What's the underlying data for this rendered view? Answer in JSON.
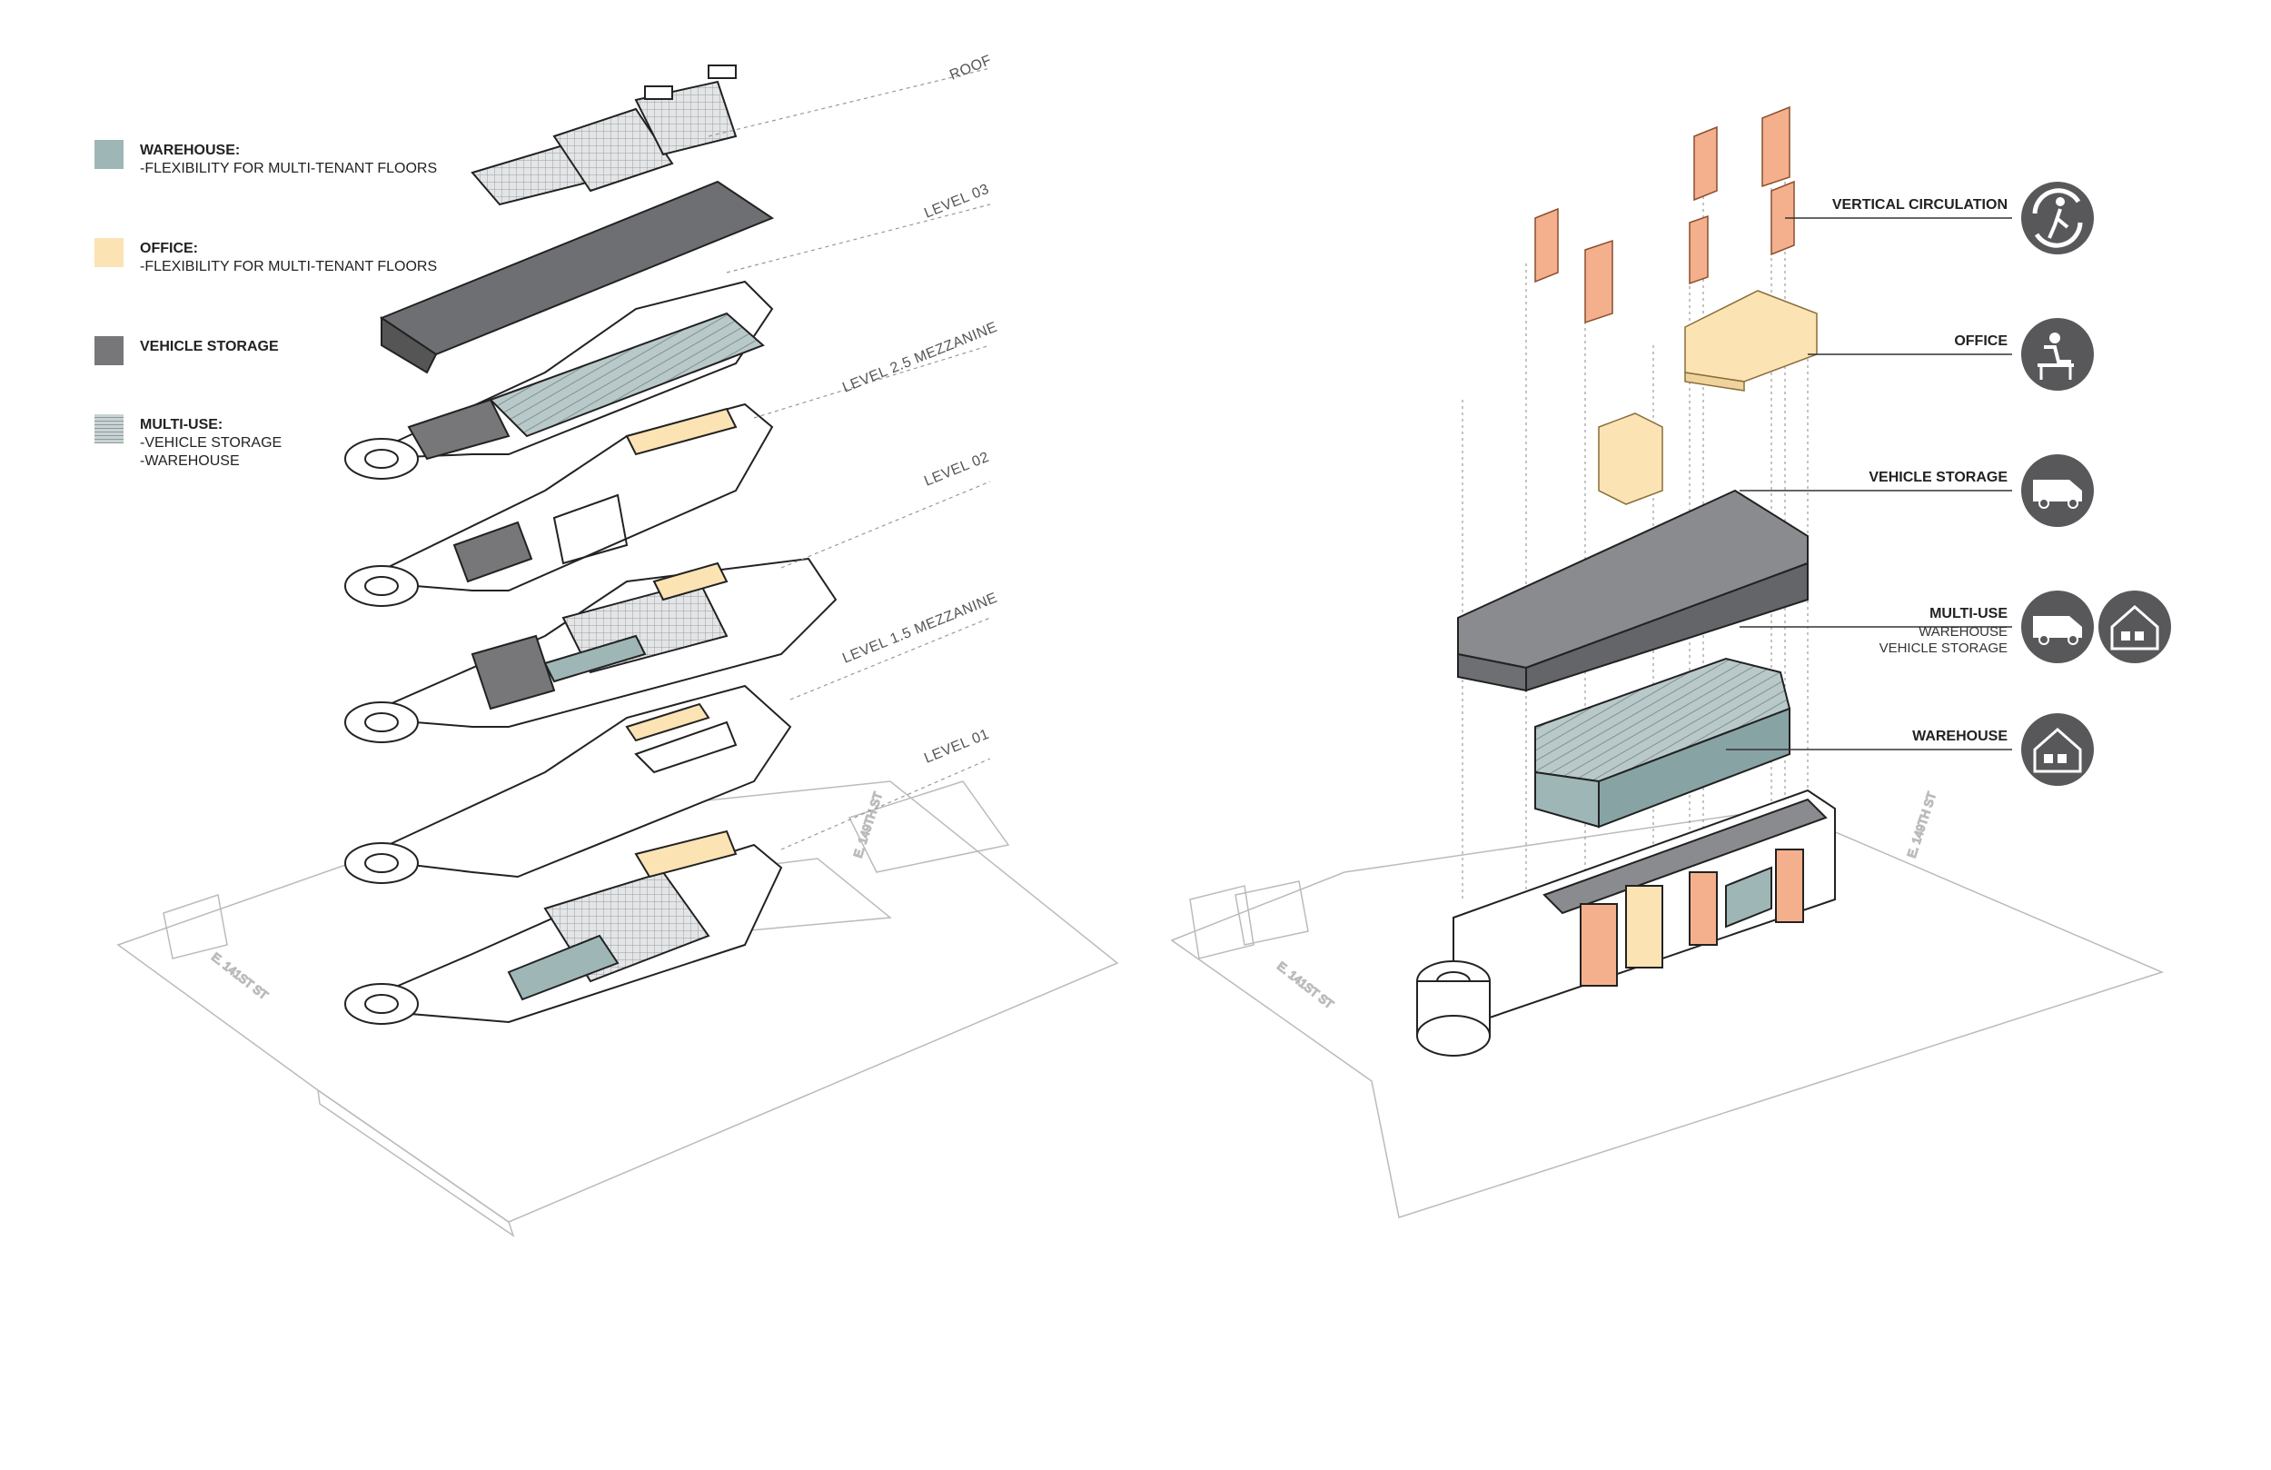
{
  "legend": {
    "items": [
      {
        "title": "WAREHOUSE:",
        "lines": [
          "-FLEXIBILITY FOR MULTI-TENANT FLOORS"
        ],
        "color": "#9fb6b6"
      },
      {
        "title": "OFFICE:",
        "lines": [
          "-FLEXIBILITY FOR MULTI-TENANT FLOORS"
        ],
        "color": "#fbe3b4"
      },
      {
        "title": "VEHICLE STORAGE",
        "lines": [],
        "color": "#77777a"
      },
      {
        "title": "MULTI-USE:",
        "lines": [
          "-VEHICLE STORAGE",
          "-WAREHOUSE"
        ],
        "color": "#c9d2d4"
      }
    ]
  },
  "levels": [
    "ROOF",
    "LEVEL 03",
    "LEVEL 2.5 MEZZANINE",
    "LEVEL 02",
    "LEVEL 1.5 MEZZANINE",
    "LEVEL 01"
  ],
  "streets": {
    "left_a": "E. 141ST ST",
    "left_b": "E. 149TH ST",
    "right_a": "E. 141ST ST",
    "right_b": "E. 149TH ST"
  },
  "programs": {
    "vertical": "VERTICAL CIRCULATION",
    "office": "OFFICE",
    "vehicle": "VEHICLE STORAGE",
    "multi": "MULTI-USE",
    "multi_sub1": "WAREHOUSE",
    "multi_sub2": "VEHICLE STORAGE",
    "warehouse": "WAREHOUSE"
  },
  "colors": {
    "warehouse": "#9fb6b6",
    "office": "#fbe3b4",
    "vehicle": "#77777a",
    "circulation": "#f4b08c",
    "icon": "#58585a"
  },
  "icons": [
    "pedestrian-cycle-icon",
    "desk-worker-icon",
    "van-icon",
    "warehouse-icon"
  ]
}
